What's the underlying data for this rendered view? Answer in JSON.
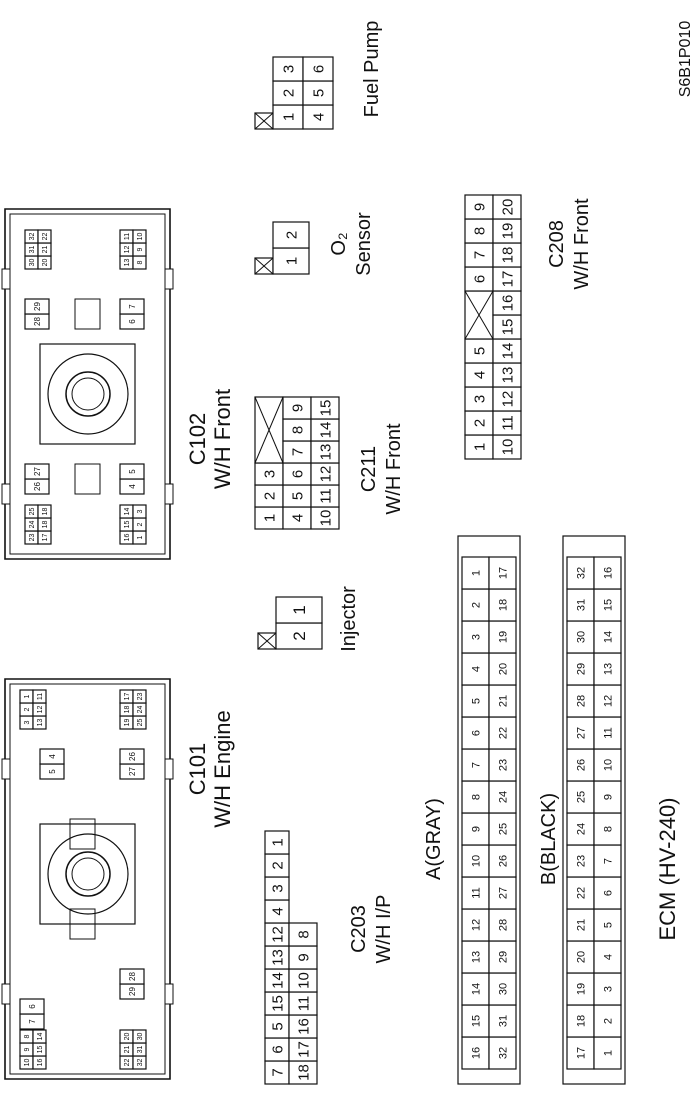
{
  "figure_code": "S6B1P010",
  "connectors": {
    "c101": {
      "code": "C101",
      "harness": "W/H Engine",
      "group_a": [
        [
          "10",
          "9",
          "8"
        ],
        [
          "16",
          "15",
          "14"
        ]
      ],
      "group_b": [
        "7",
        "6"
      ],
      "group_c": [
        [
          "22",
          "21",
          "20"
        ],
        [
          "32",
          "31",
          "30"
        ]
      ],
      "group_d": [
        [
          "3",
          "2",
          "1"
        ],
        [
          "13",
          "12",
          "11"
        ]
      ],
      "group_e": [
        "5",
        "4"
      ],
      "group_f": [
        "29",
        "28"
      ],
      "group_g": [
        "27",
        "26"
      ],
      "group_h": [
        [
          "19",
          "18",
          "17"
        ],
        [
          "25",
          "24",
          "23"
        ]
      ]
    },
    "c102": {
      "code": "C102",
      "harness": "W/H Front",
      "group_a": [
        [
          "23",
          "24",
          "25"
        ],
        [
          "17",
          "18",
          "18"
        ]
      ],
      "group_b": [
        "26",
        "27"
      ],
      "group_c": [
        [
          "16",
          "15",
          "14"
        ],
        [
          "1",
          "2",
          "3"
        ]
      ],
      "group_d": [
        "4",
        "5"
      ],
      "group_e": [
        "28",
        "29"
      ],
      "group_f": [
        "6",
        "7"
      ],
      "group_g": [
        [
          "30",
          "31",
          "32"
        ],
        [
          "20",
          "21",
          "22"
        ]
      ],
      "group_h": [
        [
          "13",
          "12",
          "11"
        ],
        [
          "8",
          "9",
          "10"
        ]
      ]
    },
    "c203": {
      "code": "C203",
      "harness": "W/H I/P",
      "row_top": [
        "7",
        "6",
        "5",
        "15",
        "14",
        "13",
        "12",
        "4",
        "3",
        "2",
        "1"
      ],
      "row_bottom": [
        "18",
        "17",
        "16",
        "11",
        "10",
        "9",
        "8"
      ]
    },
    "injector": {
      "label": "Injector",
      "pins": [
        "2",
        "1"
      ]
    },
    "c211": {
      "code": "C211",
      "harness": "W/H Front",
      "row1": [
        "1",
        "2",
        "3"
      ],
      "row2": [
        "4",
        "5",
        "6",
        "7",
        "8",
        "9"
      ],
      "row3": [
        "10",
        "11",
        "12",
        "13",
        "14",
        "15"
      ]
    },
    "o2_sensor": {
      "label_line1": "O₂",
      "label_line2": "Sensor",
      "pins": [
        "1",
        "2"
      ]
    },
    "fuel_pump": {
      "label": "Fuel Pump",
      "row1": [
        "1",
        "2",
        "3"
      ],
      "row2": [
        "4",
        "5",
        "6"
      ]
    },
    "c208": {
      "code": "C208",
      "harness": "W/H Front",
      "row1": [
        "1",
        "2",
        "3",
        "4",
        "5",
        "6",
        "7",
        "8",
        "9"
      ],
      "row2": [
        "10",
        "11",
        "12",
        "13",
        "14",
        "15",
        "16",
        "17",
        "18",
        "19",
        "20"
      ]
    },
    "ecm": {
      "title": "ECM (HV-240)",
      "a_label": "A(GRAY)",
      "a_row1": [
        "16",
        "15",
        "14",
        "13",
        "12",
        "11",
        "10",
        "9",
        "8",
        "7",
        "6",
        "5",
        "4",
        "3",
        "2",
        "1"
      ],
      "a_row2": [
        "32",
        "31",
        "30",
        "29",
        "28",
        "27",
        "26",
        "25",
        "24",
        "23",
        "22",
        "21",
        "20",
        "19",
        "18",
        "17"
      ],
      "b_label": "B(BLACK)",
      "b_row1": [
        "17",
        "18",
        "19",
        "20",
        "21",
        "22",
        "23",
        "24",
        "25",
        "26",
        "27",
        "28",
        "29",
        "30",
        "31",
        "32"
      ],
      "b_row2": [
        "1",
        "2",
        "3",
        "4",
        "5",
        "6",
        "7",
        "8",
        "9",
        "10",
        "11",
        "12",
        "13",
        "14",
        "15",
        "16"
      ]
    }
  }
}
